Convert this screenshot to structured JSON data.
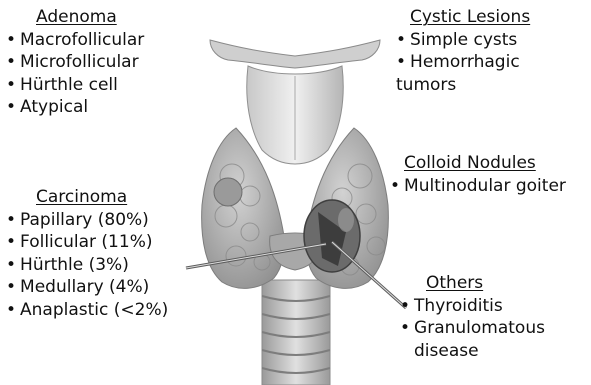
{
  "adenoma": {
    "heading": "Adenoma",
    "items": [
      "Macrofollicular",
      "Microfollicular",
      "Hürthle cell",
      "Atypical"
    ]
  },
  "carcinoma": {
    "heading": "Carcinoma",
    "items": [
      "Papillary (80%)",
      "Follicular (11%)",
      "Hürthle (3%)",
      "Medullary (4%)",
      "Anaplastic (<2%)"
    ]
  },
  "cystic": {
    "heading": "Cystic Lesions",
    "items": [
      "Simple cysts",
      "Hemorrhagic",
      "tumors"
    ]
  },
  "colloid": {
    "heading": "Colloid Nodules",
    "items": [
      "Multinodular goiter"
    ]
  },
  "others": {
    "heading": "Others",
    "items": [
      "Thyroiditis",
      "Granulomatous",
      "disease"
    ]
  },
  "bullet_char": "•",
  "colors": {
    "text": "#111111",
    "tissue": "#b3b3b3",
    "nodule": "#5a5a5a",
    "background": "#ffffff"
  }
}
